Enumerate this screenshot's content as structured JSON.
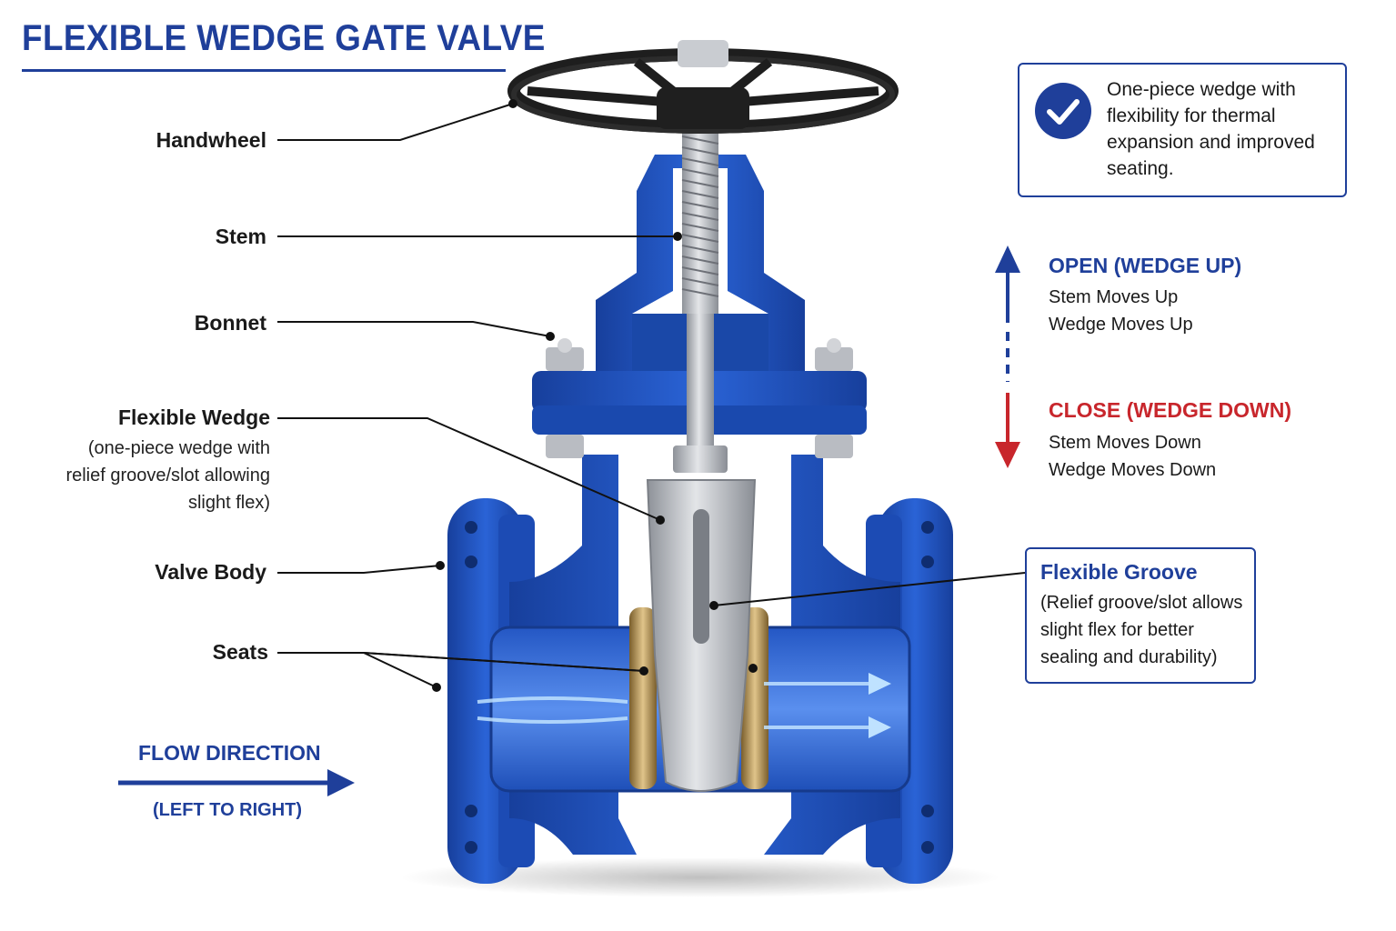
{
  "title": "FLEXIBLE WEDGE GATE VALVE",
  "labels": {
    "handwheel": "Handwheel",
    "stem": "Stem",
    "bonnet": "Bonnet",
    "flexible_wedge": "Flexible Wedge",
    "flexible_wedge_desc": [
      "(one-piece wedge with",
      "relief groove/slot allowing",
      "slight flex)"
    ],
    "valve_body": "Valve Body",
    "seats": "Seats"
  },
  "thermal_note": {
    "icon": "check-circle-icon",
    "text": "One-piece wedge with flexibility for thermal expansion and improved seating."
  },
  "open": {
    "title": "OPEN (WEDGE UP)",
    "lines": [
      "Stem Moves Up",
      "Wedge Moves Up"
    ],
    "color": "#1f3f9a",
    "icon": "arrow-up-icon"
  },
  "close": {
    "title": "CLOSE (WEDGE DOWN)",
    "lines": [
      "Stem Moves Down",
      "Wedge Moves Down"
    ],
    "color": "#c8262c",
    "icon": "arrow-down-icon"
  },
  "groove": {
    "title": "Flexible Groove",
    "desc": "(Relief groove/slot allows slight flex for better sealing and durability)"
  },
  "flow": {
    "title": "FLOW DIRECTION",
    "sub": "(LEFT TO RIGHT)",
    "icon": "arrow-right-icon"
  },
  "colors": {
    "brand": "#1f3f9a",
    "body": "#1f56c8",
    "steel": "#b9bcc2",
    "brass": "#b8965a",
    "red": "#c8262c"
  }
}
